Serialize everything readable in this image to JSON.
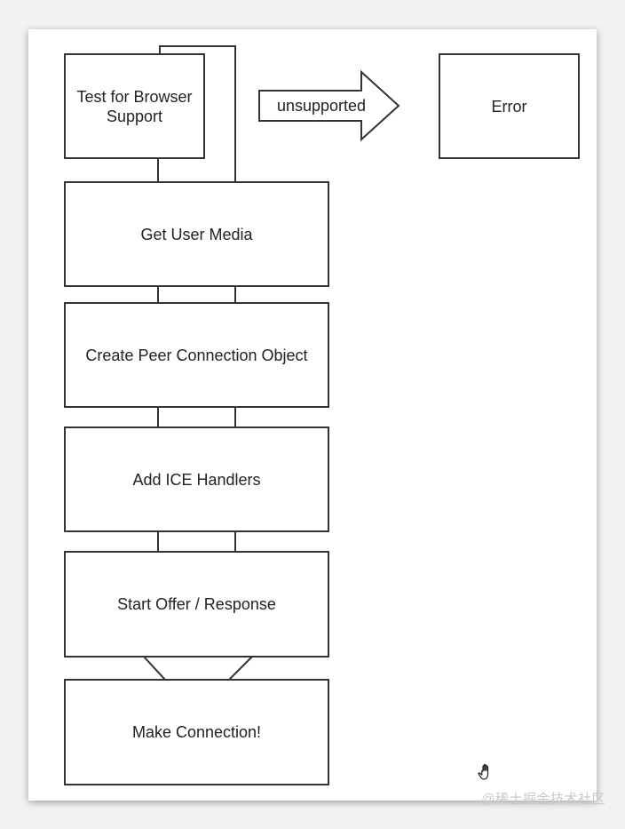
{
  "diagram": {
    "nodes": {
      "browser_test": "Test for Browser Support",
      "unsupported": "unsupported",
      "error": "Error",
      "get_user_media": "Get User Media",
      "create_peer": "Create Peer Connection Object",
      "add_ice": "Add ICE Handlers",
      "start_offer": "Start Offer / Response",
      "make_connection": "Make Connection!"
    }
  },
  "watermark": "@稀土掘金技术社区",
  "icons": {
    "cursor": "hand-cursor-icon"
  },
  "colors": {
    "stroke": "#333333",
    "paper": "#ffffff",
    "background": "#f2f2f2",
    "watermark": "#c9c9c9"
  }
}
